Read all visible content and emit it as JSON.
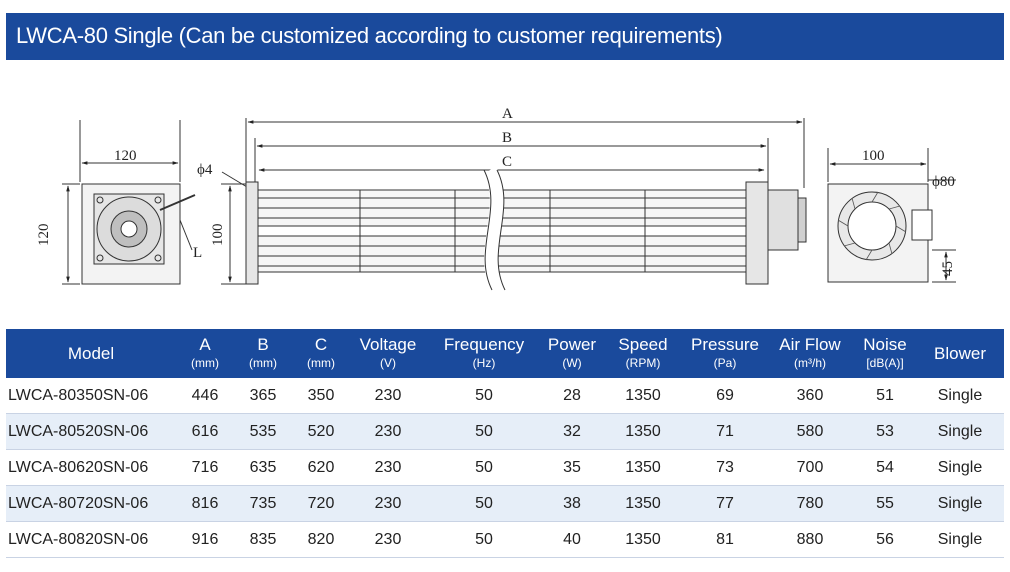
{
  "title": "LWCA-80 Single  (Can be customized according to customer requirements)",
  "drawing": {
    "left_width": "120",
    "left_height": "120",
    "left_L": "L",
    "phi4": "ϕ4",
    "dim_A": "A",
    "dim_B": "B",
    "dim_C": "C",
    "dim_100_vertical": "100",
    "right_width": "100",
    "right_phi80": "ϕ80",
    "right_45": "45"
  },
  "table": {
    "headers": [
      {
        "main": "Model",
        "unit": ""
      },
      {
        "main": "A",
        "unit": "(mm)"
      },
      {
        "main": "B",
        "unit": "(mm)"
      },
      {
        "main": "C",
        "unit": "(mm)"
      },
      {
        "main": "Voltage",
        "unit": "(V)"
      },
      {
        "main": "Frequency",
        "unit": "(Hz)"
      },
      {
        "main": "Power",
        "unit": "(W)"
      },
      {
        "main": "Speed",
        "unit": "(RPM)"
      },
      {
        "main": "Pressure",
        "unit": "(Pa)"
      },
      {
        "main": "Air Flow",
        "unit": "(m³/h)"
      },
      {
        "main": "Noise",
        "unit": "[dB(A)]"
      },
      {
        "main": "Blower",
        "unit": ""
      }
    ],
    "rows": [
      [
        "LWCA-80350SN-06",
        "446",
        "365",
        "350",
        "230",
        "50",
        "28",
        "1350",
        "69",
        "360",
        "51",
        "Single"
      ],
      [
        "LWCA-80520SN-06",
        "616",
        "535",
        "520",
        "230",
        "50",
        "32",
        "1350",
        "71",
        "580",
        "53",
        "Single"
      ],
      [
        "LWCA-80620SN-06",
        "716",
        "635",
        "620",
        "230",
        "50",
        "35",
        "1350",
        "73",
        "700",
        "54",
        "Single"
      ],
      [
        "LWCA-80720SN-06",
        "816",
        "735",
        "720",
        "230",
        "50",
        "38",
        "1350",
        "77",
        "780",
        "55",
        "Single"
      ],
      [
        "LWCA-80820SN-06",
        "916",
        "835",
        "820",
        "230",
        "50",
        "40",
        "1350",
        "81",
        "880",
        "56",
        "Single"
      ]
    ]
  }
}
